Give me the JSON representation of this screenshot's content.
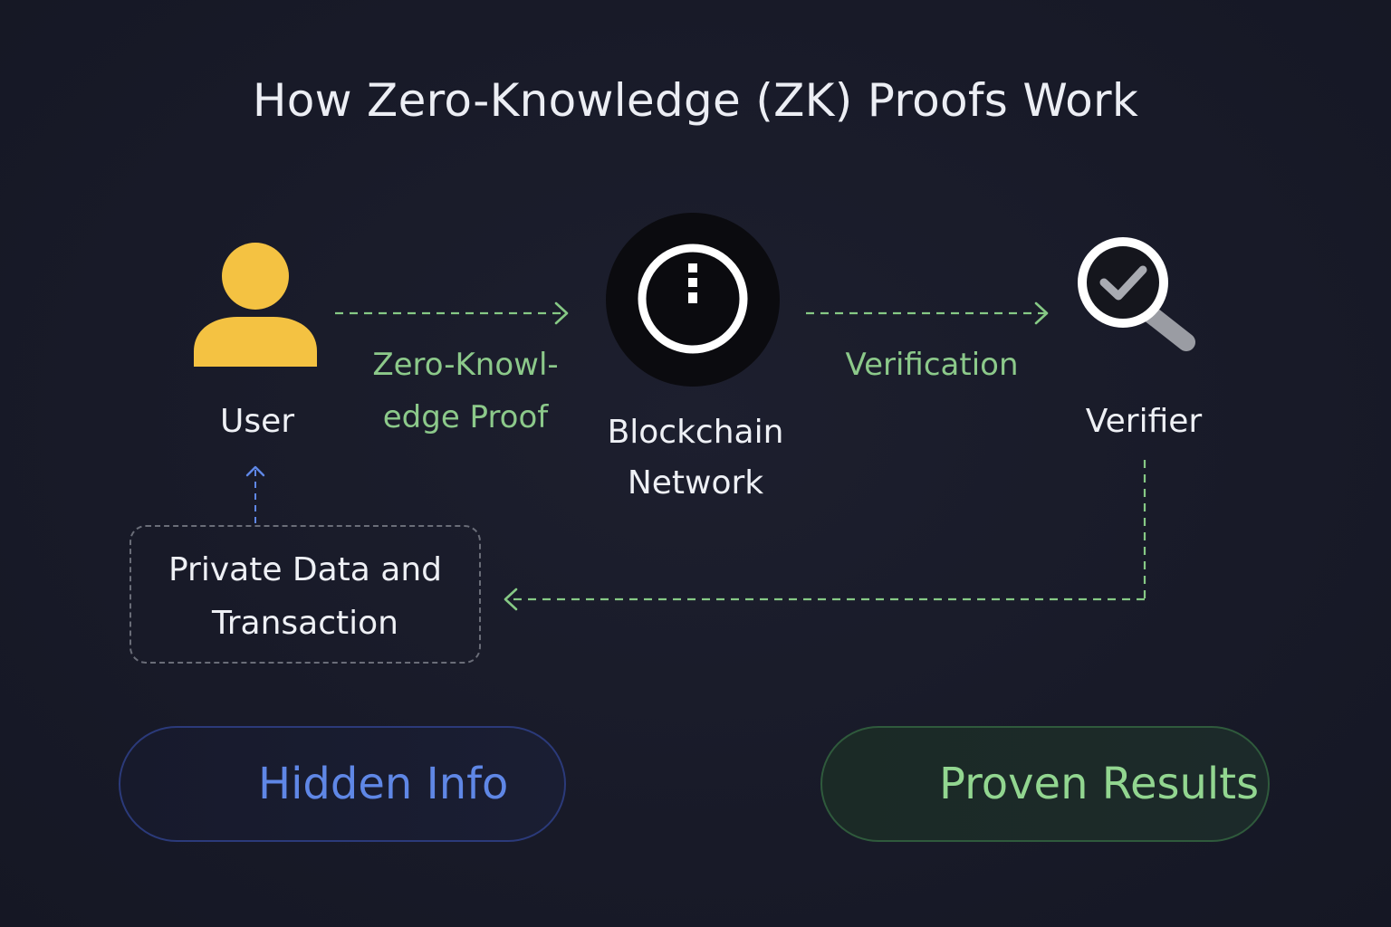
{
  "title": "How Zero-Knowledge (ZK) Proofs Work",
  "nodes": {
    "user": {
      "label": "User",
      "icon": "user-icon",
      "color": "#f4c242"
    },
    "blockchain": {
      "label_line1": "Blockchain",
      "label_line2": "Network",
      "icon": "blockchain-icon"
    },
    "verifier": {
      "label": "Verifier",
      "icon": "magnifier-check-icon"
    }
  },
  "flows": {
    "zk_proof": {
      "label_line1": "Zero-Knowl-",
      "label_line2": "edge Proof"
    },
    "verification": {
      "label": "Verification"
    }
  },
  "private_data": {
    "line1": "Private Data and",
    "line2": "Transaction"
  },
  "badges": {
    "hidden_info": {
      "label": "Hidden Info",
      "icon": "lock-icon",
      "color": "#5f87e6"
    },
    "proven_results": {
      "label": "Proven Results",
      "icon": "check-circle-icon",
      "color": "#92d690"
    }
  },
  "colors": {
    "background": "#181a28",
    "flow_arrow": "#86c985",
    "private_arrow": "#5f87e6"
  }
}
